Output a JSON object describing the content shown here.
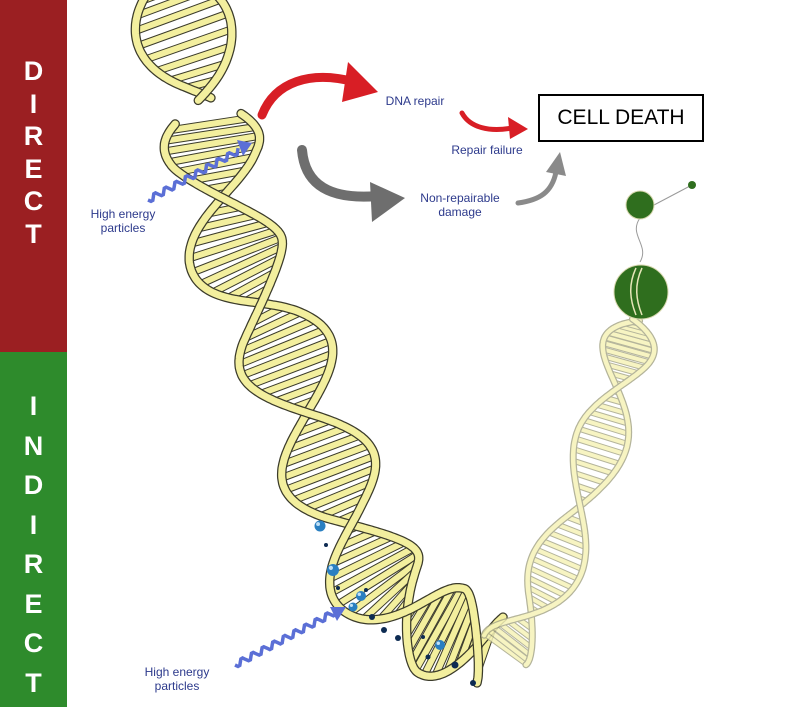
{
  "side_labels": {
    "direct": [
      "D",
      "I",
      "R",
      "E",
      "C",
      "T"
    ],
    "indirect": [
      "I",
      "N",
      "D",
      "I",
      "R",
      "E",
      "C",
      "T"
    ]
  },
  "labels": {
    "high_energy_top": [
      "High energy",
      "particles"
    ],
    "high_energy_bottom": [
      "High energy",
      "particles"
    ],
    "dna_repair": "DNA repair",
    "repair_failure": "Repair failure",
    "non_repairable": [
      "Non-repairable",
      "damage"
    ],
    "cell_death": "CELL DEATH"
  },
  "colors": {
    "direct_band": "#9b1f22",
    "indirect_band": "#2e8b2c",
    "dna_fill": "#f3ef9e",
    "dna_outline": "#3b3b2a",
    "label_text": "#2d3a8c",
    "particle_arrow": "#5b6fd6",
    "red_arrow": "#d81e25",
    "grey_arrow": "#6e6e6e",
    "molecule_dark": "#0d2b52",
    "molecule_light": "#2a7fc1",
    "cell_green": "#2f6e1e"
  }
}
